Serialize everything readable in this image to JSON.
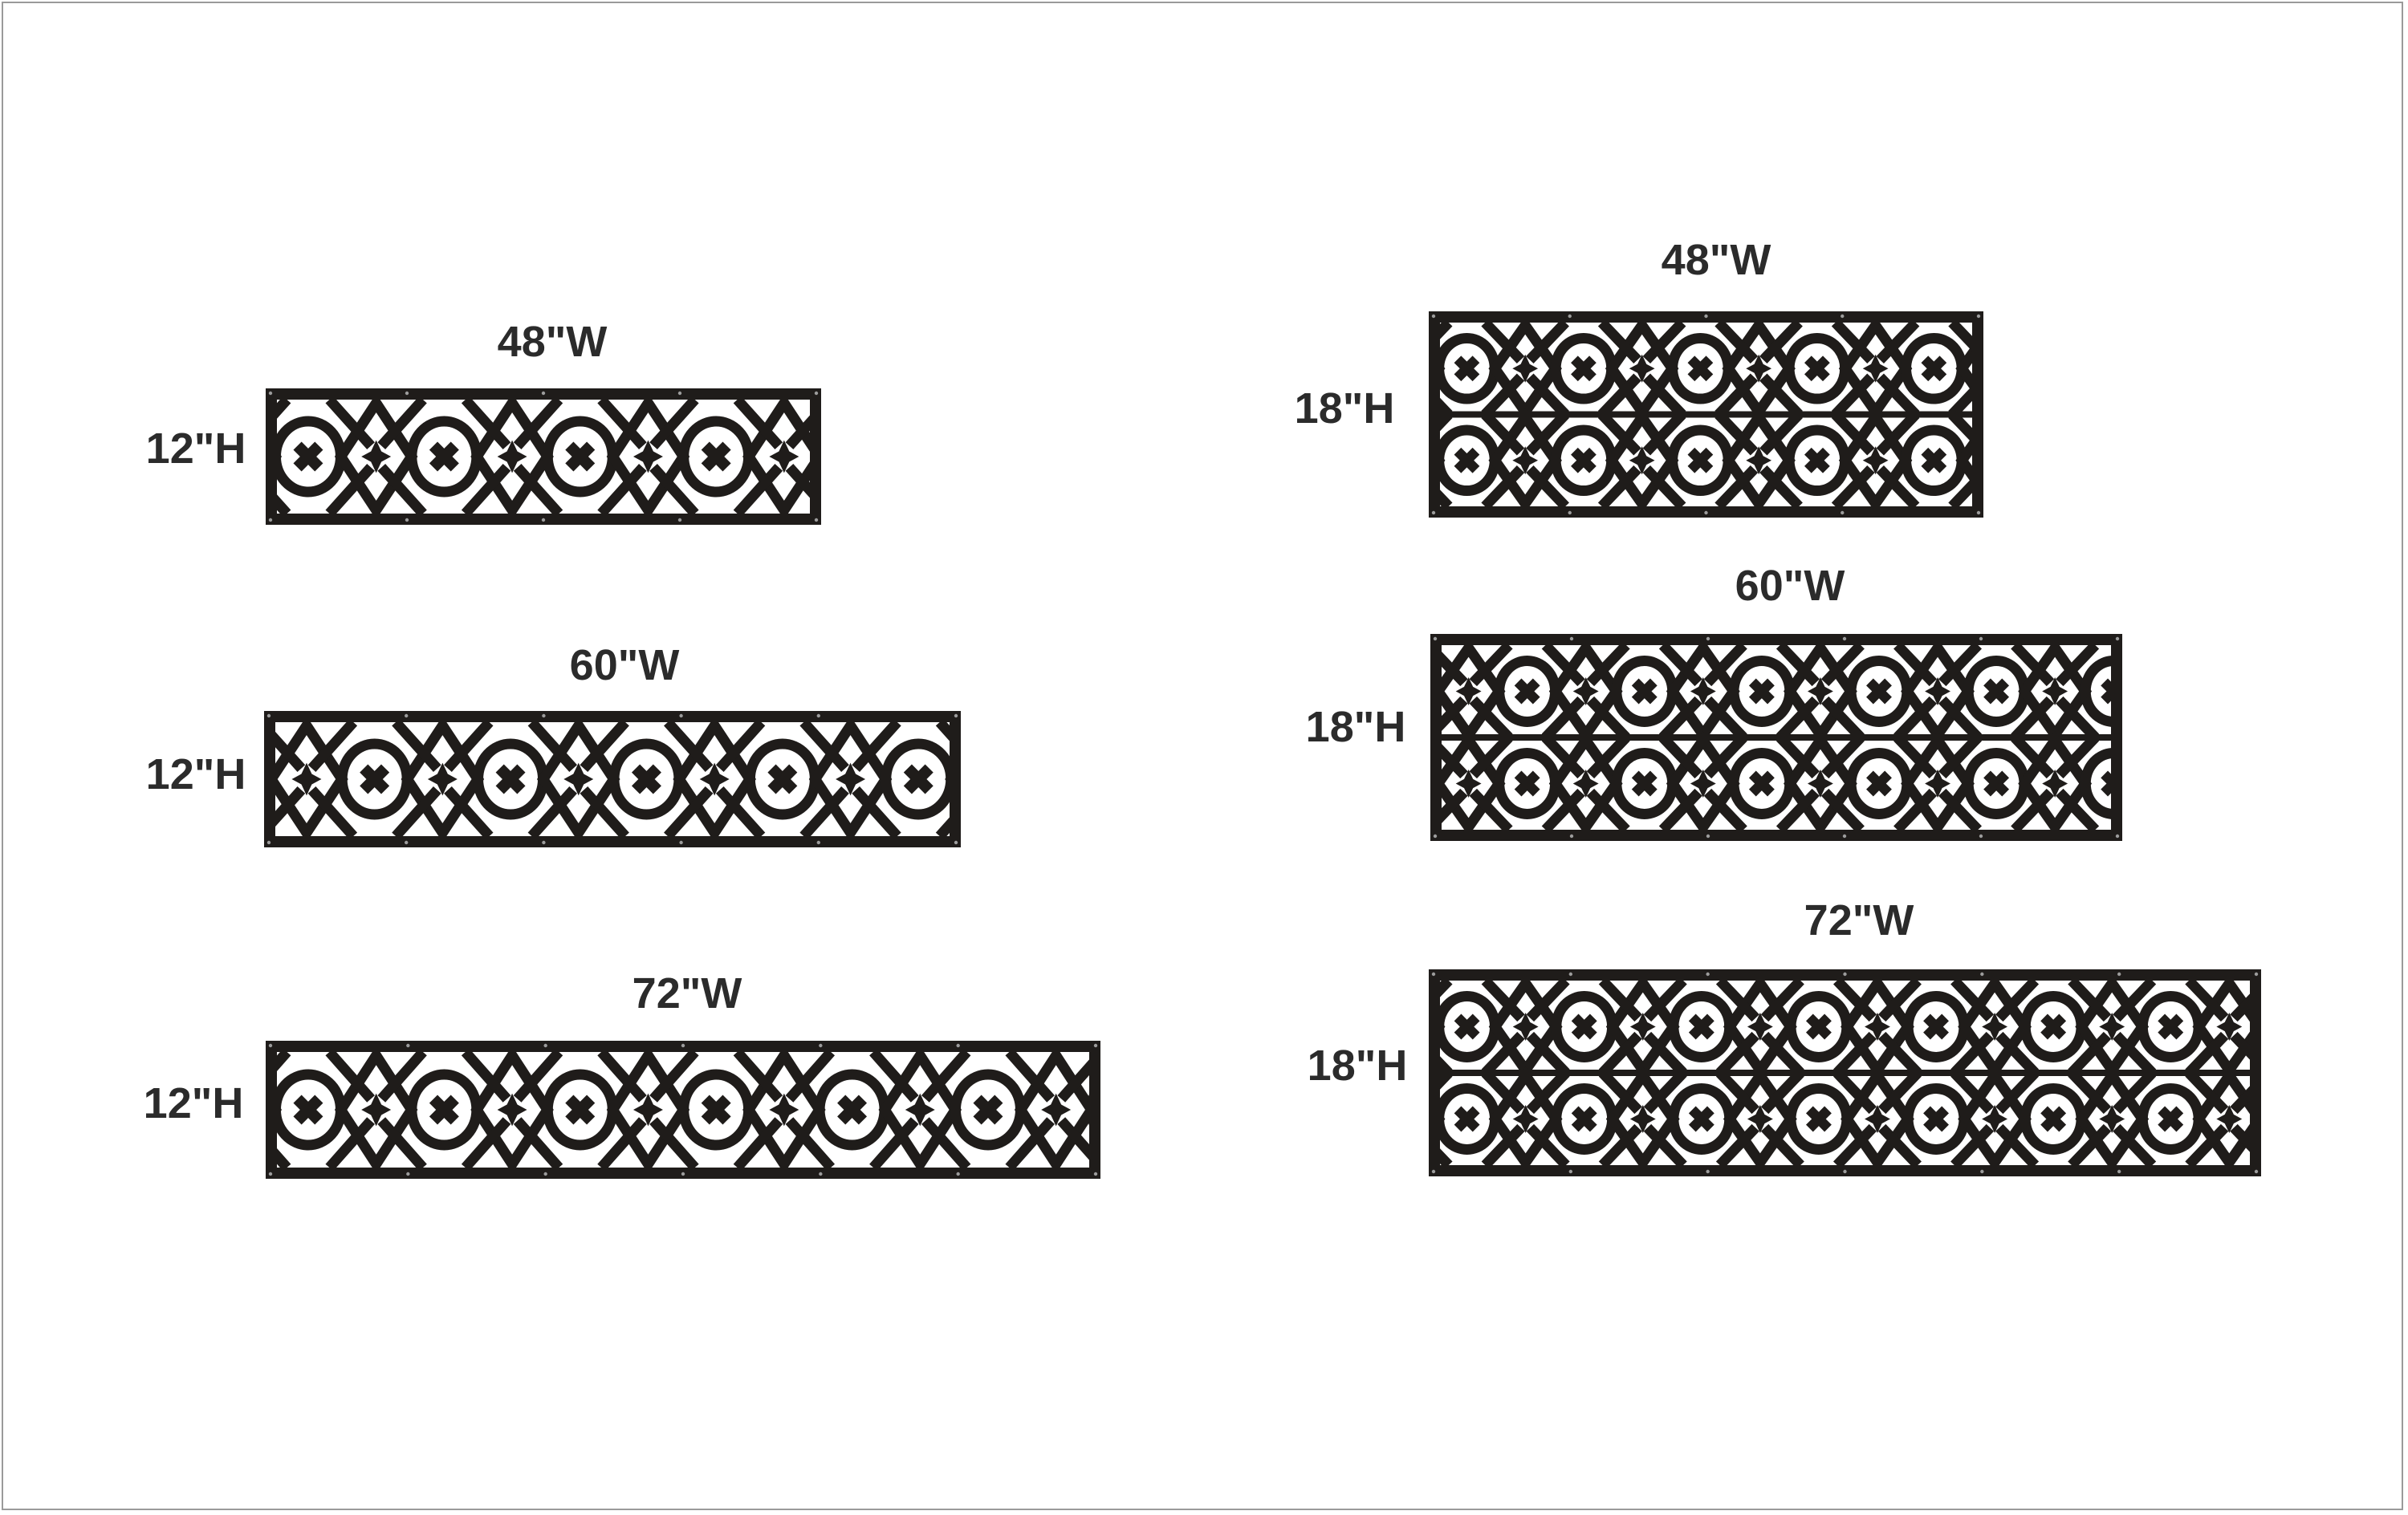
{
  "colors": {
    "panel": "#1f1c1a",
    "background": "#ffffff",
    "label": "#2b2b2b",
    "border": "#9a9a9a"
  },
  "panels": [
    {
      "id": "12x48",
      "width_label": "48\"W",
      "height_label": "12\"H",
      "width_in": 48,
      "height_in": 12,
      "rows": 1
    },
    {
      "id": "12x60",
      "width_label": "60\"W",
      "height_label": "12\"H",
      "width_in": 60,
      "height_in": 12,
      "rows": 1
    },
    {
      "id": "12x72",
      "width_label": "72\"W",
      "height_label": "12\"H",
      "width_in": 72,
      "height_in": 12,
      "rows": 1
    },
    {
      "id": "18x48",
      "width_label": "48\"W",
      "height_label": "18\"H",
      "width_in": 48,
      "height_in": 18,
      "rows": 2
    },
    {
      "id": "18x60",
      "width_label": "60\"W",
      "height_label": "18\"H",
      "width_in": 60,
      "height_in": 18,
      "rows": 2
    },
    {
      "id": "18x72",
      "width_label": "72\"W",
      "height_label": "18\"H",
      "width_in": 72,
      "height_in": 18,
      "rows": 2
    }
  ]
}
